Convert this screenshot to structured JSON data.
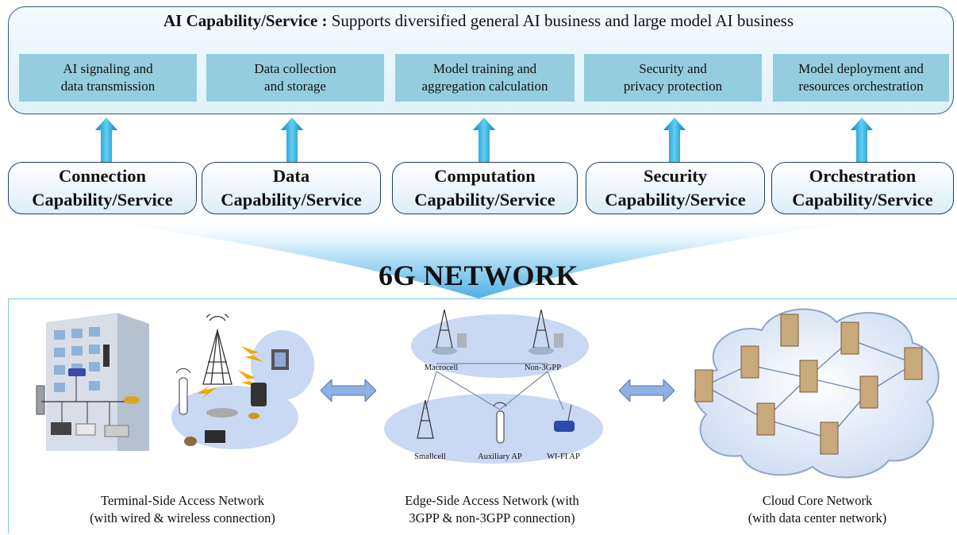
{
  "ai_service": {
    "title_bold": "AI Capability/Service :",
    "title_rest": " Supports diversified general AI business and large model AI business",
    "sub_services": [
      "AI signaling and\ndata transmission",
      "Data collection\nand storage",
      "Model training and\naggregation calculation",
      "Security and\nprivacy protection",
      "Model deployment and\nresources orchestration"
    ]
  },
  "capabilities": [
    "Connection\nCapability/Service",
    "Data\nCapability/Service",
    "Computation\nCapability/Service",
    "Security\nCapability/Service",
    "Orchestration\nCapability/Service"
  ],
  "network_title": "6G NETWORK",
  "edge_labels": {
    "macrocell": "Macrocell",
    "non3gpp": "Non-3GPP",
    "smallcell": "Smallcell",
    "auxiliary_ap": "Auxiliary AP",
    "wifi_ap": "WI-FI AP"
  },
  "captions": [
    "Terminal-Side Access Network\n(with wired & wireless connection)",
    "Edge-Side Access Network (with\n3GPP & non-3GPP connection)",
    "Cloud Core Network\n(with data center network)"
  ],
  "colors": {
    "sub_box": "#94cede",
    "arrow": "#1a9fd6",
    "funnel": "#7fc8ef",
    "ellipse": "#c9d8f3",
    "double_arrow": "#8fb0e0"
  }
}
